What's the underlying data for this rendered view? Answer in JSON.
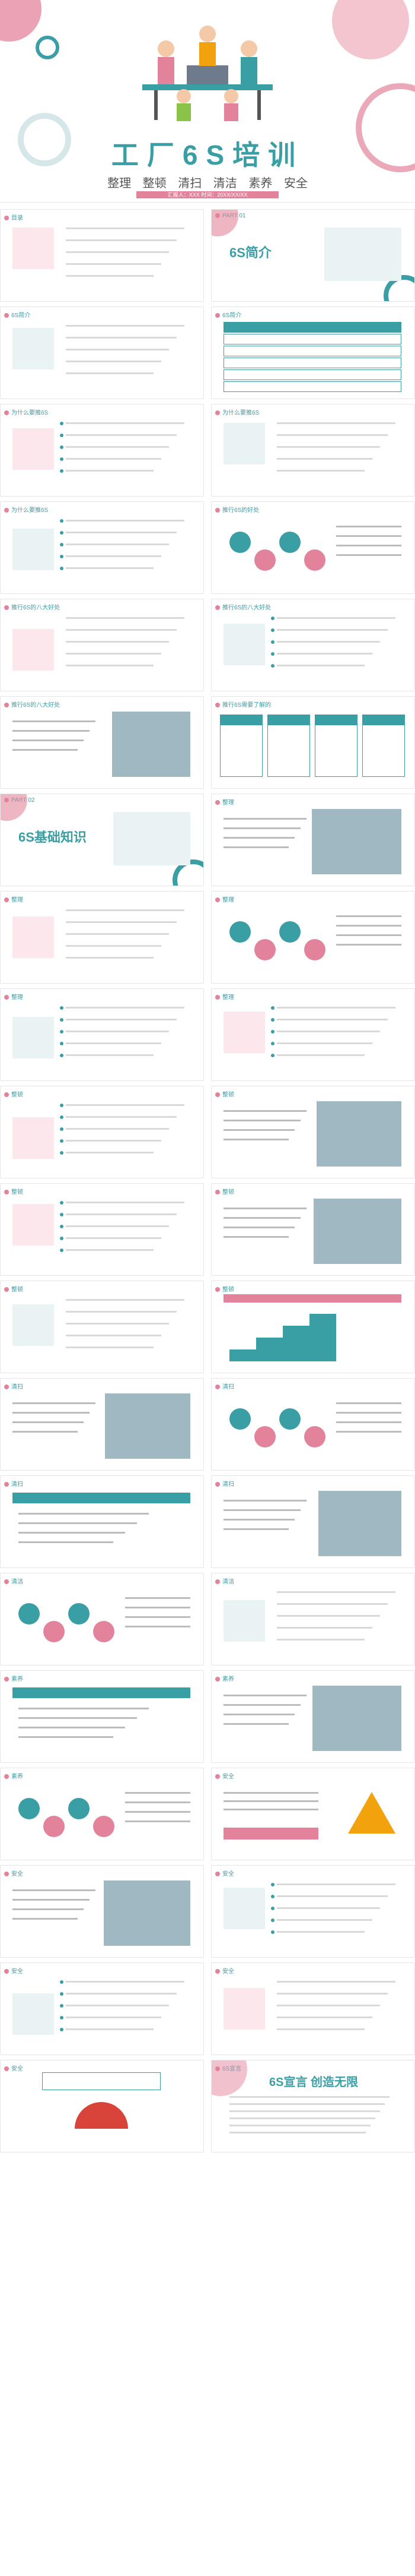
{
  "hero": {
    "title": "工厂6S培训",
    "subtitle": "整理 整顿 清扫 清洁 素养 安全",
    "bar_text": "汇报人：XXX    时间：20XX/XX/XX"
  },
  "slides": [
    {
      "label": "目录",
      "kind": "toc"
    },
    {
      "label": "PART 01",
      "title": "6S简介",
      "kind": "part"
    },
    {
      "label": "6S简介",
      "kind": "text"
    },
    {
      "label": "6S简介",
      "kind": "table"
    },
    {
      "label": "为什么要推6S",
      "kind": "list"
    },
    {
      "label": "为什么要推6S",
      "kind": "image"
    },
    {
      "label": "为什么要推6S",
      "kind": "list"
    },
    {
      "label": "推行6S的好处",
      "kind": "circle"
    },
    {
      "label": "推行6S的八大好处",
      "kind": "text"
    },
    {
      "label": "推行6S的八大好处",
      "kind": "list"
    },
    {
      "label": "推行6S的八大好处",
      "kind": "photo"
    },
    {
      "label": "推行6S需要了解的",
      "kind": "cards"
    },
    {
      "label": "PART 02",
      "title": "6S基础知识",
      "kind": "part"
    },
    {
      "label": "整理",
      "kind": "photo"
    },
    {
      "label": "整理",
      "kind": "icons"
    },
    {
      "label": "整理",
      "kind": "cycle"
    },
    {
      "label": "整理",
      "kind": "list"
    },
    {
      "label": "整理",
      "kind": "tree"
    },
    {
      "label": "整顿",
      "kind": "list"
    },
    {
      "label": "整顿",
      "kind": "photo"
    },
    {
      "label": "整顿",
      "kind": "tree"
    },
    {
      "label": "整顿",
      "kind": "photo"
    },
    {
      "label": "整顿",
      "kind": "image"
    },
    {
      "label": "整顿",
      "kind": "stairs"
    },
    {
      "label": "清扫",
      "kind": "photo"
    },
    {
      "label": "清扫",
      "kind": "cycle"
    },
    {
      "label": "清扫",
      "kind": "banner"
    },
    {
      "label": "清扫",
      "kind": "photo"
    },
    {
      "label": "清洁",
      "kind": "hex"
    },
    {
      "label": "清洁",
      "kind": "cartoon"
    },
    {
      "label": "素养",
      "kind": "quote"
    },
    {
      "label": "素养",
      "kind": "photo"
    },
    {
      "label": "素养",
      "kind": "hex"
    },
    {
      "label": "安全",
      "kind": "warning"
    },
    {
      "label": "安全",
      "kind": "photo"
    },
    {
      "label": "安全",
      "kind": "list"
    },
    {
      "label": "安全",
      "kind": "list"
    },
    {
      "label": "安全",
      "kind": "person"
    },
    {
      "label": "安全",
      "kind": "umbrella"
    },
    {
      "label": "6S宣言",
      "title": "6S宣言 创造无限",
      "kind": "ending"
    }
  ],
  "colors": {
    "teal": "#3a9ea5",
    "pink": "#e3839b",
    "orange": "#f2a20c",
    "red": "#d8433a"
  }
}
